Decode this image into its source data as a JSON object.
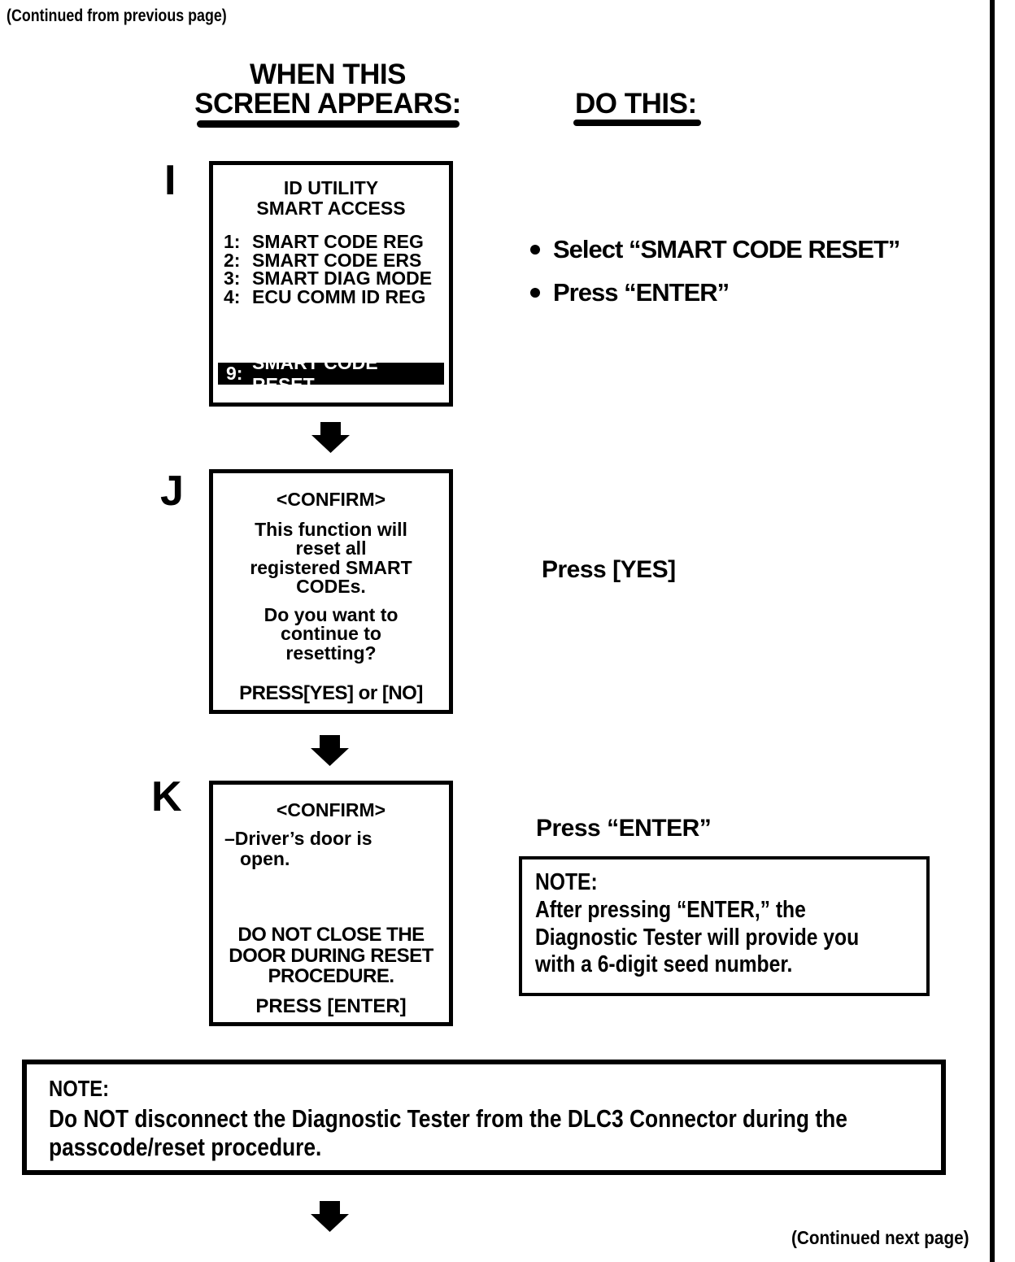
{
  "page": {
    "continued_from": "(Continued from previous page)",
    "continued_next": "(Continued next page)",
    "ink_color": "#000000",
    "paper_color": "#ffffff"
  },
  "headers": {
    "screen_col_line1": "WHEN THIS",
    "screen_col_line2": "SCREEN APPEARS:",
    "action_col": "DO THIS:"
  },
  "steps": {
    "i": {
      "label": "I",
      "screen": {
        "title_line1": "ID UTILITY",
        "title_line2": "SMART ACCESS",
        "menu": [
          {
            "num": "1:",
            "text": "SMART CODE REG"
          },
          {
            "num": "2:",
            "text": "SMART CODE ERS"
          },
          {
            "num": "3:",
            "text": "SMART DIAG MODE"
          },
          {
            "num": "4:",
            "text": "ECU COMM ID REG"
          }
        ],
        "highlighted": {
          "num": "9:",
          "text": "SMART CODE RESET"
        }
      },
      "actions": [
        {
          "text": "Select “SMART CODE RESET”"
        },
        {
          "text": "Press “ENTER”"
        }
      ]
    },
    "j": {
      "label": "J",
      "screen": {
        "title": "<CONFIRM>",
        "para1_line1": "This function will",
        "para1_line2": "reset all",
        "para1_line3": "registered SMART",
        "para1_line4": "CODEs.",
        "para2_line1": "Do you want to",
        "para2_line2": "continue to",
        "para2_line3": "resetting?",
        "footer": "PRESS[YES] or [NO]"
      },
      "action": "Press [YES]"
    },
    "k": {
      "label": "K",
      "screen": {
        "title": "<CONFIRM>",
        "status_line1": "–Driver’s door is",
        "status_line2": "open.",
        "warning_line1": "DO NOT CLOSE THE",
        "warning_line2": "DOOR DURING RESET",
        "warning_line3": "PROCEDURE.",
        "footer": "PRESS [ENTER]"
      },
      "action": "Press “ENTER”",
      "note": {
        "title": "NOTE:",
        "line1": "After pressing “ENTER,” the",
        "line2": "Diagnostic Tester will provide you",
        "line3": "with a 6-digit seed number."
      }
    }
  },
  "bottom_note": {
    "title": "NOTE:",
    "line1": "Do NOT disconnect the Diagnostic Tester from the DLC3 Connector during the",
    "line2": "passcode/reset procedure."
  }
}
